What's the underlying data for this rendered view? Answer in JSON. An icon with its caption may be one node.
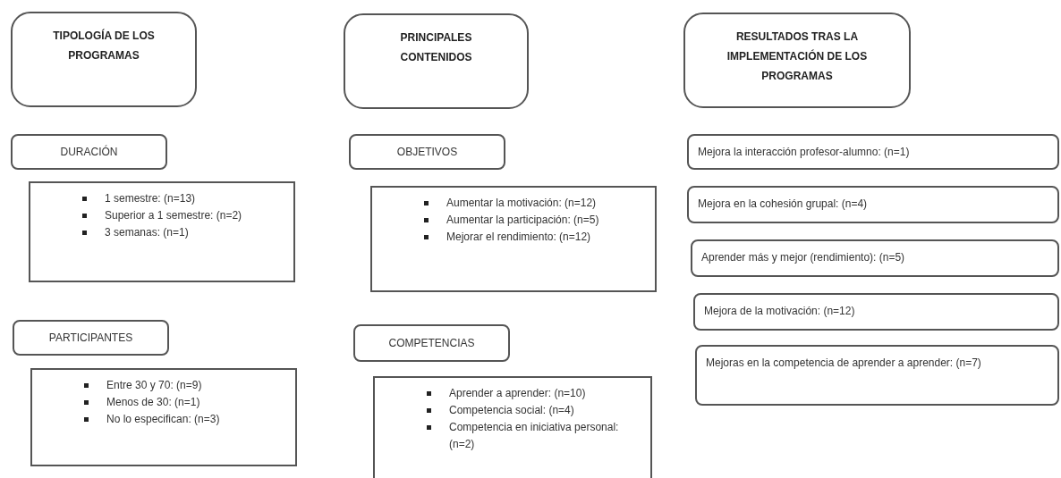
{
  "diagram": {
    "nodes": [
      {
        "text": [
          "TIPOLOGÍA DE LOS PROGRAMAS"
        ]
      },
      {
        "text": [
          "DURACIÓN"
        ]
      },
      {
        "text": [
          "1 semestre: (n=13)",
          "Superior a 1 semestre: (n=2)",
          "3 semanas: (n=1)"
        ]
      },
      {
        "text": [
          "PARTICIPANTES"
        ]
      },
      {
        "text": [
          "Entre 30 y 70: (n=9)",
          "Menos de 30: (n=1)",
          "No lo especifican: (n=3)"
        ]
      },
      {
        "text": [
          "PRINCIPALES CONTENIDOS"
        ]
      },
      {
        "text": [
          "OBJETIVOS"
        ]
      },
      {
        "text": [
          "Aumentar la motivación: (n=12)",
          "Aumentar la participación: (n=5)",
          "Mejorar el rendimiento: (n=12)"
        ]
      },
      {
        "text": [
          "COMPETENCIAS"
        ]
      },
      {
        "text": [
          "Aprender a aprender: (n=10)",
          "Competencia social: (n=4)",
          "Competencia en iniciativa personal: (n=2)"
        ]
      },
      {
        "text": [
          "RESULTADOS TRAS LA IMPLEMENTACIÓN DE LOS PROGRAMAS"
        ]
      },
      {
        "text": [
          "Mejora la interacción profesor-alumno: (n=1)"
        ]
      },
      {
        "text": [
          "Mejora en la cohesión grupal: (n=4)"
        ]
      },
      {
        "text": [
          "Aprender más y mejor (rendimiento): (n=5)"
        ]
      },
      {
        "text": [
          "Mejora de la motivación: (n=12)"
        ]
      },
      {
        "text": [
          "Mejoras en la competencia de aprender a aprender: (n=7)"
        ]
      }
    ]
  }
}
